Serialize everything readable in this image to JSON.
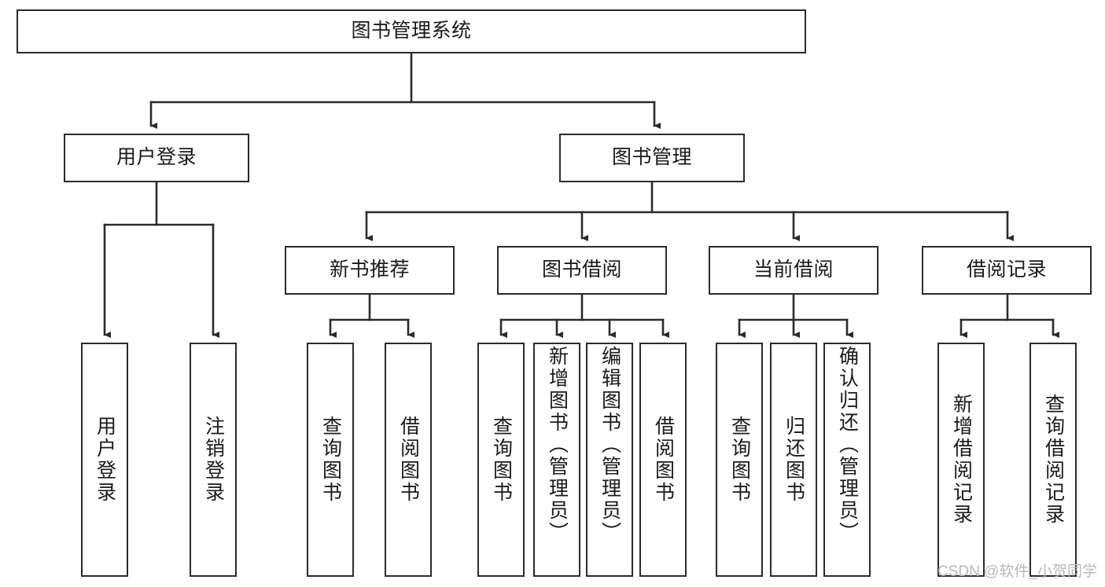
{
  "diagram": {
    "title": "图书管理系统",
    "type": "tree",
    "watermark": "CSDN @软件_小贺同学",
    "colors": {
      "background": "#ffffff",
      "border": "#2b2b2b",
      "text": "#1a1a1a",
      "edge": "#2b2b2b",
      "watermark": "#b9b9b9"
    },
    "nodes": {
      "root": {
        "label": "图书管理系统"
      },
      "level1": [
        {
          "id": "user-login",
          "label": "用户登录"
        },
        {
          "id": "book-manage",
          "label": "图书管理"
        }
      ],
      "level2": [
        {
          "id": "new-book-recommend",
          "label": "新书推荐"
        },
        {
          "id": "book-borrow",
          "label": "图书借阅"
        },
        {
          "id": "current-borrow",
          "label": "当前借阅"
        },
        {
          "id": "borrow-record",
          "label": "借阅记录"
        }
      ],
      "leaves": {
        "user-login": [
          {
            "id": "leaf-user-login",
            "label": "用户登录"
          },
          {
            "id": "leaf-user-logout",
            "label": "注销登录"
          }
        ],
        "new-book-recommend": [
          {
            "id": "leaf-query-book-1",
            "label": "查询图书"
          },
          {
            "id": "leaf-borrow-book-1",
            "label": "借阅图书"
          }
        ],
        "book-borrow": [
          {
            "id": "leaf-query-book-2",
            "label": "查询图书"
          },
          {
            "id": "leaf-add-book",
            "label": "新增图书（管理员）"
          },
          {
            "id": "leaf-edit-book",
            "label": "编辑图书（管理员）"
          },
          {
            "id": "leaf-borrow-book-2",
            "label": "借阅图书"
          }
        ],
        "current-borrow": [
          {
            "id": "leaf-query-book-3",
            "label": "查询图书"
          },
          {
            "id": "leaf-return-book",
            "label": "归还图书"
          },
          {
            "id": "leaf-confirm-return",
            "label": "确认归还（管理员）"
          }
        ],
        "borrow-record": [
          {
            "id": "leaf-add-record",
            "label": "新增借阅记录"
          },
          {
            "id": "leaf-query-record",
            "label": "查询借阅记录"
          }
        ]
      }
    }
  }
}
